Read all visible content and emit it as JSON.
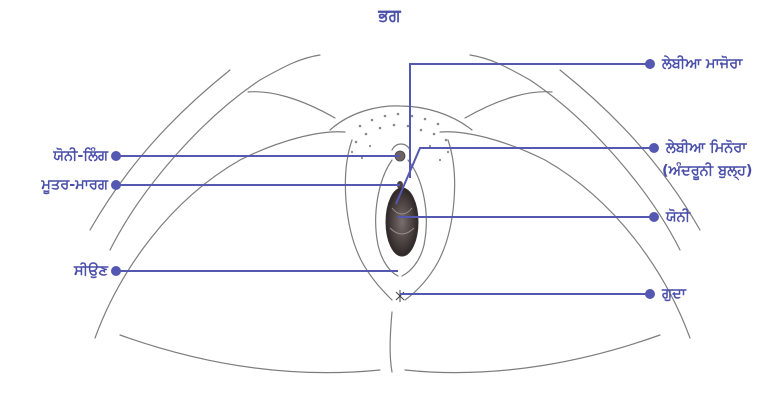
{
  "title": "ਭਗ",
  "accent_color": "#5558b0",
  "labels": {
    "labia_majora": "ਲੇਬੀਆ ਮਾਜੋਰਾ",
    "clitoris": "ਯੋਨੀ-ਲਿੰਗ",
    "labia_minora_line1": "ਲੇਬੀਆ ਮਿਨੋਰਾ",
    "labia_minora_line2": "(ਅੰਦਰੂਨੀ ਬੁਲ੍ਹ)",
    "urethra": "ਮੂਤਰ-ਮਾਰਗ",
    "vagina": "ਯੋਨੀ",
    "perineum": "ਸੀਉਣ",
    "anus": "ਗੁਦਾ"
  }
}
